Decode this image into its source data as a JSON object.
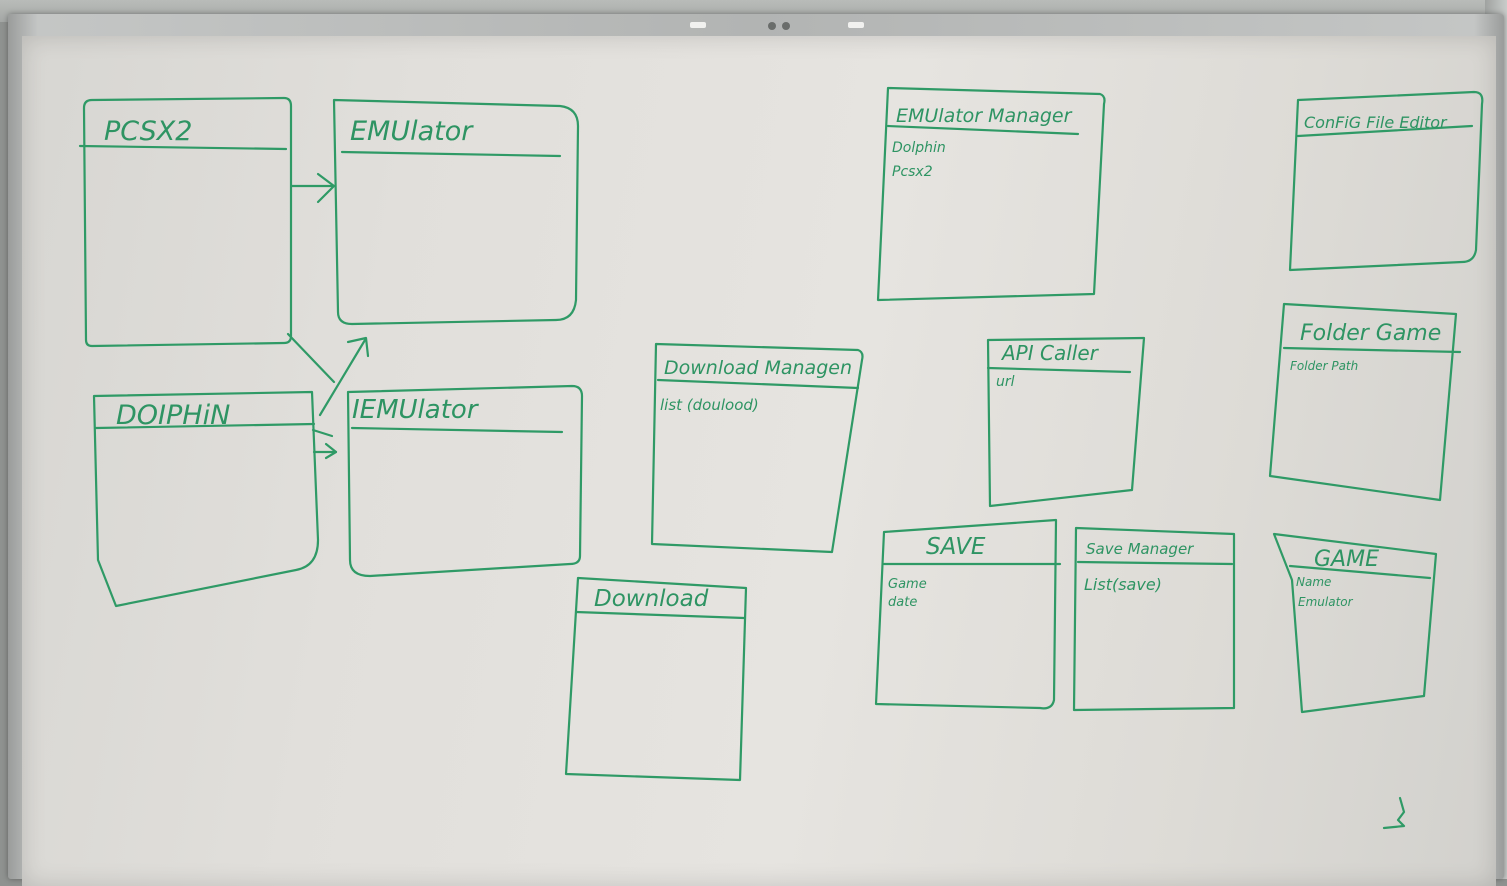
{
  "ink_color": "#2f9a66",
  "boxes": {
    "pcsx2": {
      "title": "PCSX2",
      "lines": []
    },
    "emulator_top": {
      "title": "EMUlator",
      "lines": []
    },
    "dolphin": {
      "title": "DOIPHiN",
      "lines": []
    },
    "iemulator": {
      "title": "IEMUlator",
      "lines": []
    },
    "download_manager": {
      "title": "Download Managen",
      "lines": [
        "list (doulood)"
      ]
    },
    "download": {
      "title": "Download",
      "lines": []
    },
    "emulator_manager": {
      "title": "EMUlator Manager",
      "lines": [
        "Dolphin",
        "Pcsx2"
      ]
    },
    "config_file_editor": {
      "title": "ConFiG File Editor",
      "lines": []
    },
    "api_caller": {
      "title": "API Caller",
      "lines": [
        "url"
      ]
    },
    "folder_game": {
      "title": "Folder Game",
      "lines": [
        "Folder Path"
      ]
    },
    "save": {
      "title": "SAVE",
      "lines": [
        "Game",
        "date"
      ]
    },
    "save_manager": {
      "title": "Save Manager",
      "lines": [
        "List(save)"
      ]
    },
    "game": {
      "title": "GAME",
      "lines": [
        "Name",
        "Emulator"
      ]
    }
  }
}
